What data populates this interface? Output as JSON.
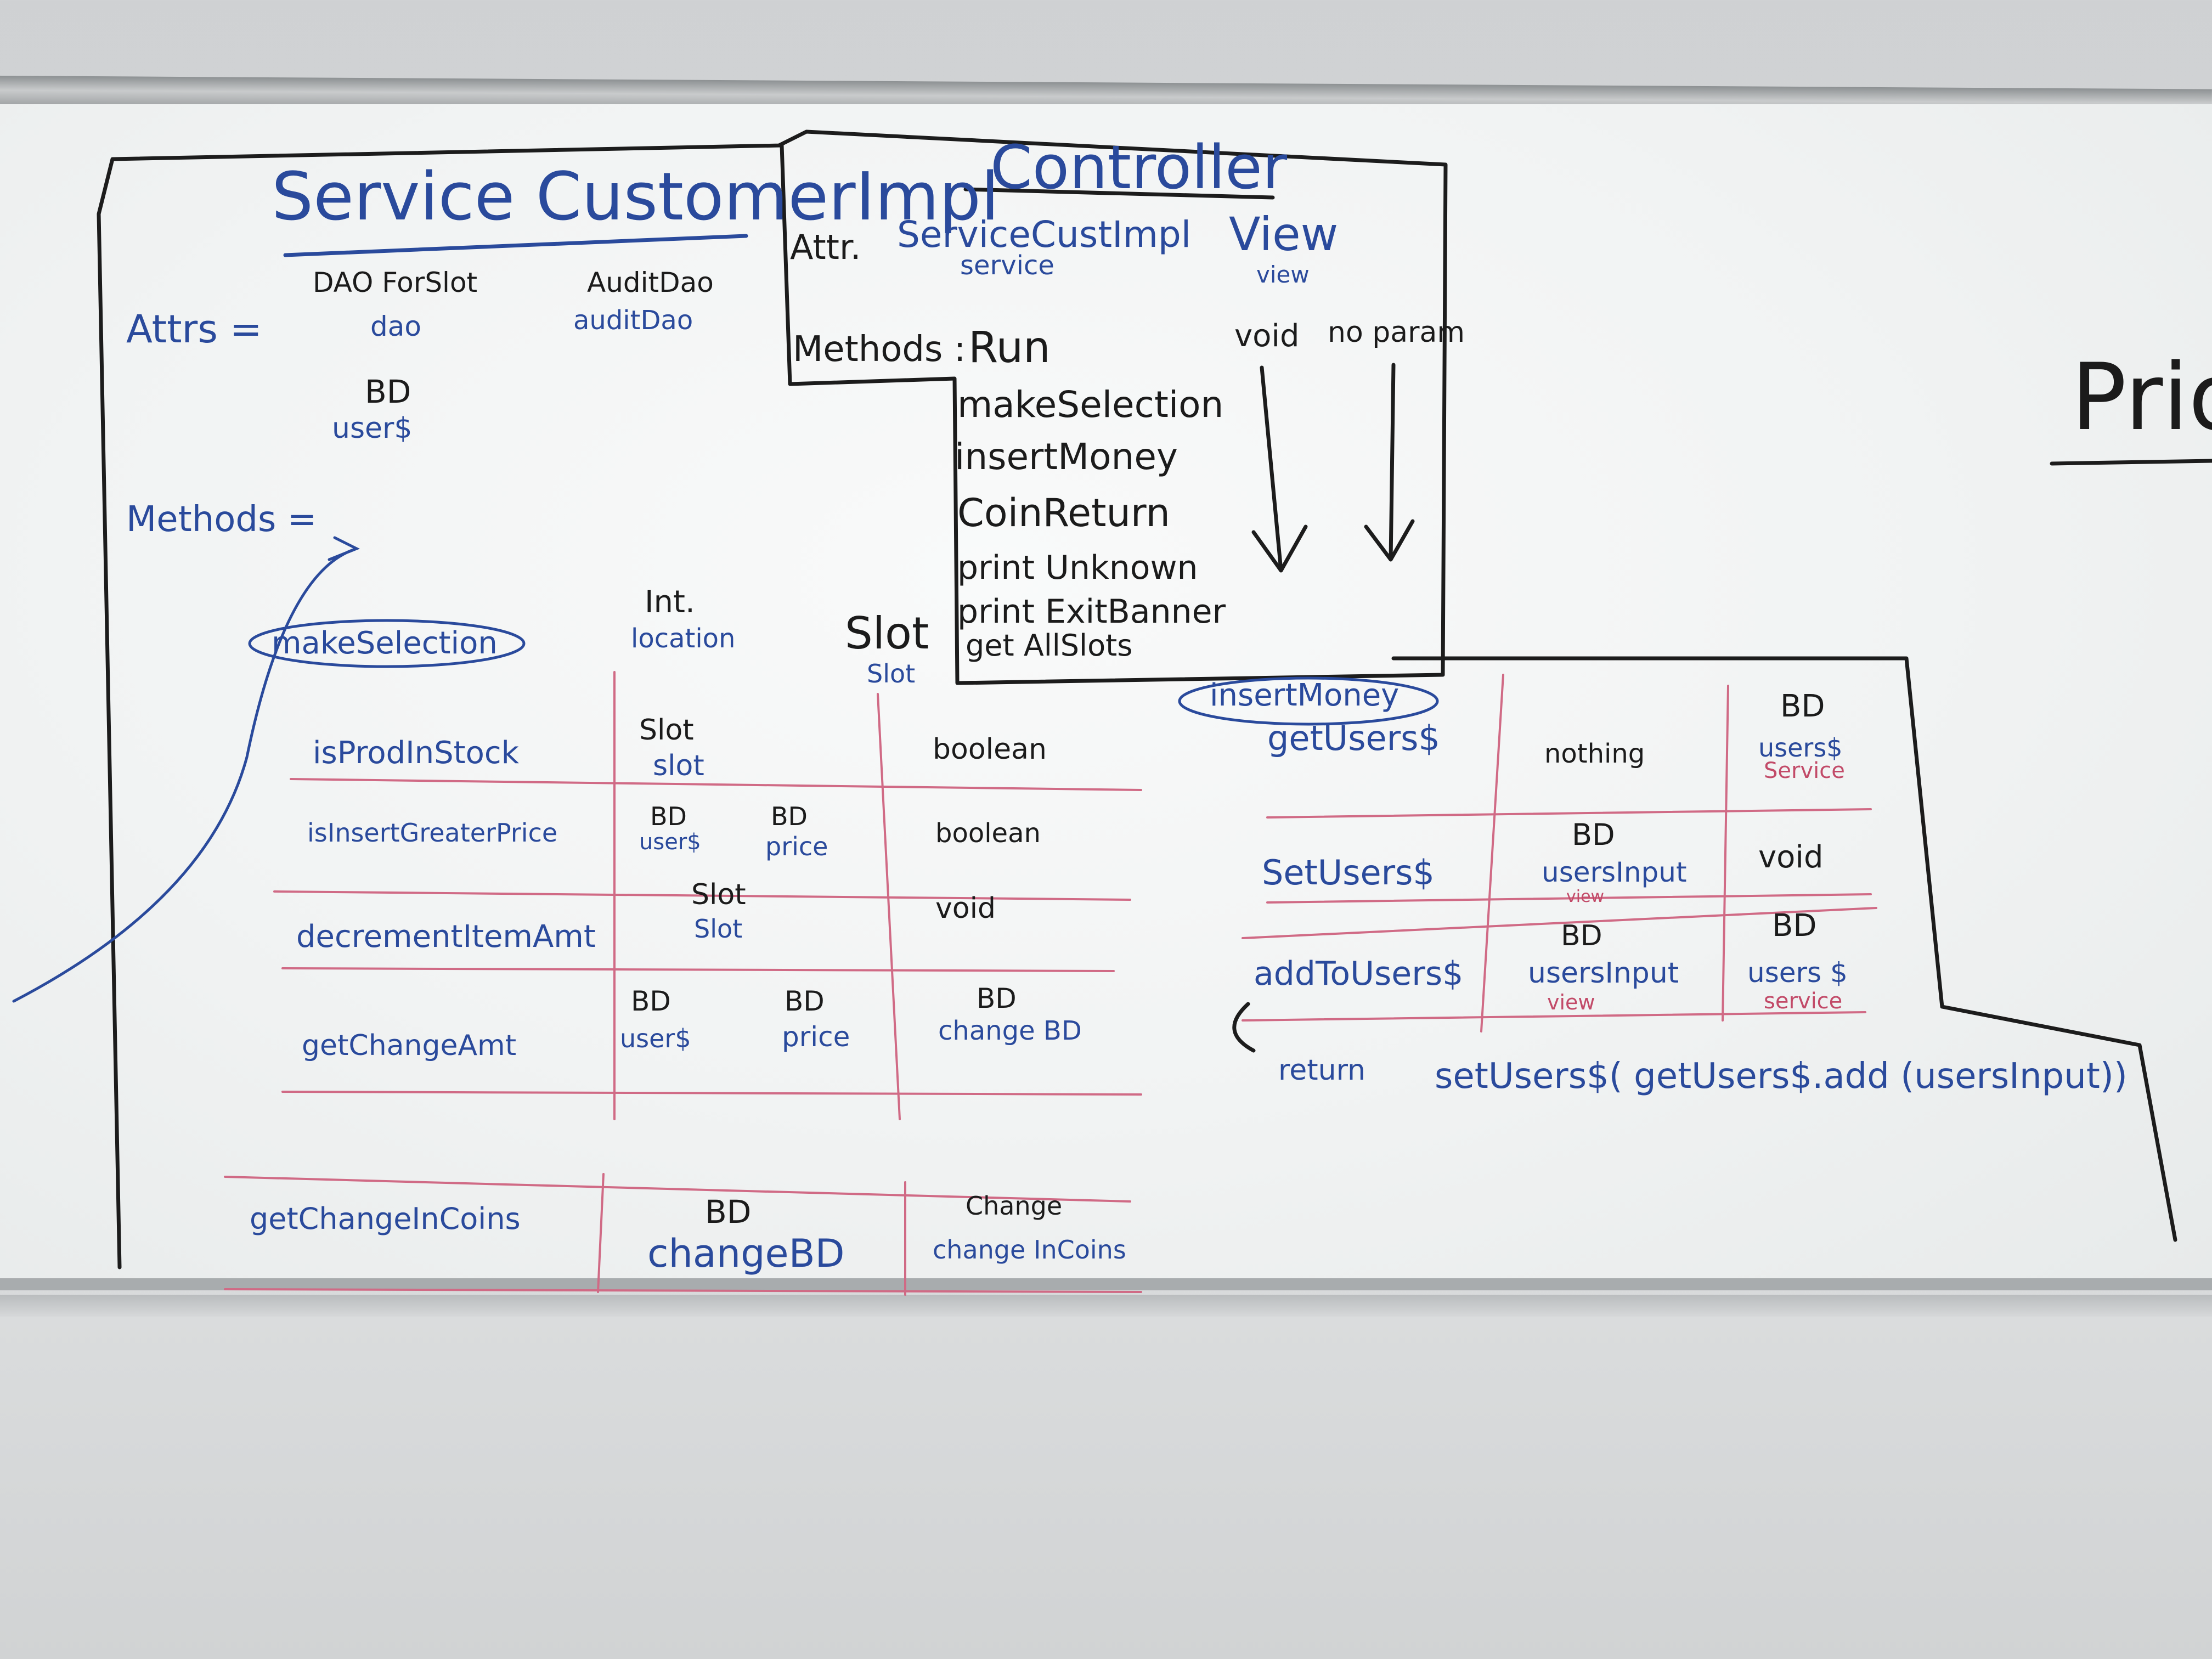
{
  "service_panel": {
    "title": "Service CustomerImpl",
    "attrs_label": "Attrs =",
    "attr1_type": "DAO ForSlot",
    "attr1_name": "dao",
    "attr2_type": "AuditDao",
    "attr2_name": "auditDao",
    "attr3_type": "BD",
    "attr3_name": "user$",
    "methods_label": "Methods =",
    "make_selection": {
      "label": "makeSelection",
      "param_type": "Int.",
      "param_name": "location",
      "return_type": "Slot",
      "return_name": "Slot"
    },
    "rows": [
      {
        "name": "isProdInStock",
        "p1_type": "Slot",
        "p1_name": "slot",
        "ret": "boolean"
      },
      {
        "name": "isInsertGreaterPrice",
        "p1_type": "BD",
        "p1_name": "user$",
        "p2_type": "BD",
        "p2_name": "price",
        "ret": "boolean"
      },
      {
        "name": "decrementItemAmt",
        "p1_type": "Slot",
        "p1_name": "Slot",
        "ret": "void"
      },
      {
        "name": "getChangeAmt",
        "p1_type": "BD",
        "p1_name": "user$",
        "p2_type": "BD",
        "p2_name": "price",
        "ret": "BD",
        "ret_name": "change BD"
      }
    ],
    "bottom_row": {
      "name": "getChangeInCoins",
      "p1_type": "BD",
      "p1_name": "changeBD",
      "ret": "Change",
      "ret_name": "change InCoins"
    }
  },
  "controller_panel": {
    "title": "Controller",
    "attr_label": "Attr.",
    "attr1_type": "ServiceCustImpl",
    "attr1_name": "service",
    "attr2_type": "View",
    "attr2_name": "view",
    "methods_label": "Methods :",
    "ret_label": "void",
    "param_label": "no param",
    "methods": [
      "Run",
      "makeSelection",
      "insertMoney",
      "CoinReturn",
      "print Unknown",
      "print ExitBanner",
      "get AllSlots"
    ]
  },
  "insert_money_panel": {
    "label": "insertMoney",
    "rows": [
      {
        "name": "getUsers$",
        "param": "nothing",
        "ret_type": "BD",
        "ret_name": "users$",
        "ret_note": "Service"
      },
      {
        "name": "SetUsers$",
        "param_type": "BD",
        "param_name": "usersInput",
        "param_note": "view",
        "ret": "void"
      },
      {
        "name": "addToUsers$",
        "param_type": "BD",
        "param_name": "usersInput",
        "param_note": "view",
        "ret_type": "BD",
        "ret_name": "users $",
        "ret_note": "service"
      }
    ],
    "return_keyword": "return",
    "return_expr": "setUsers$( getUsers$.add (usersInput))"
  },
  "edge_text": "Prior"
}
